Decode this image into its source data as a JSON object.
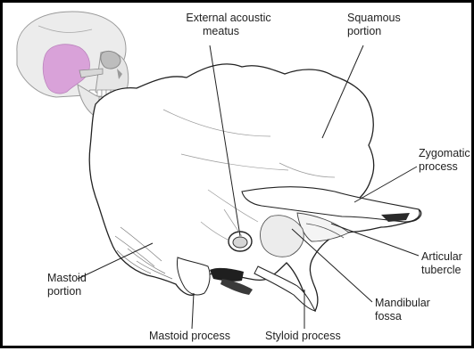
{
  "labels": {
    "external_acoustic_meatus": [
      "External acoustic",
      "meatus"
    ],
    "squamous_portion": [
      "Squamous",
      "portion"
    ],
    "zygomatic_process": [
      "Zygomatic",
      "process"
    ],
    "articular_tubercle": [
      "Articular",
      "tubercle"
    ],
    "mandibular_fossa": [
      "Mandibular",
      "fossa"
    ],
    "styloid_process": [
      "Styloid process"
    ],
    "mastoid_process": [
      "Mastoid process"
    ],
    "mastoid_portion": [
      "Mastoid",
      "portion"
    ]
  },
  "colors": {
    "outline": "#222222",
    "bone_fill": "#ffffff",
    "bone_shade": "#b9b9b9",
    "skull_fill": "#ececec",
    "temporal_highlight": "#d79bd8",
    "border": "#000000"
  }
}
